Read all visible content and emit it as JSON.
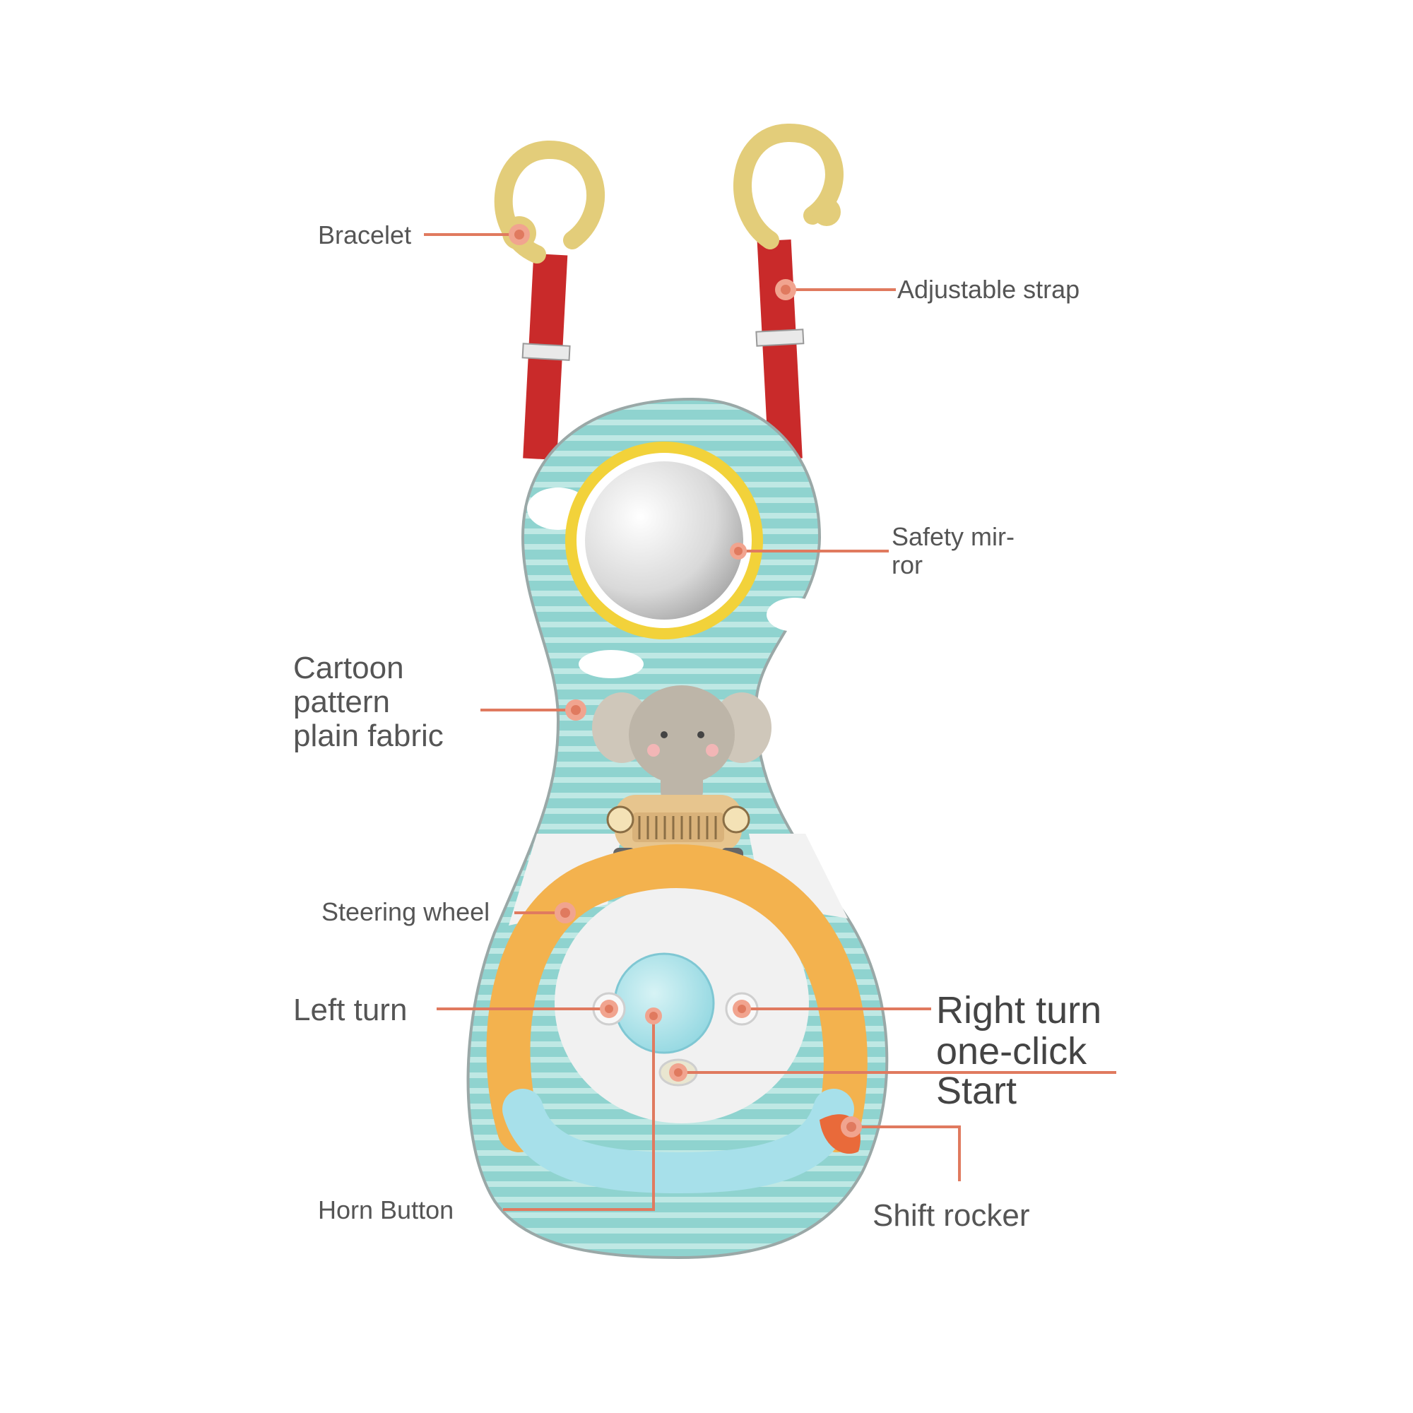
{
  "labels": {
    "bracelet": "Bracelet",
    "adjustable_strap": "Adjustable strap",
    "safety_mirror_line1": "Safety mir-",
    "safety_mirror_line2": "ror",
    "cartoon_line1": "Cartoon",
    "cartoon_line2": "pattern",
    "cartoon_line3": "plain fabric",
    "steering_wheel": "Steering wheel",
    "left_turn": "Left turn",
    "right_turn": "Right turn",
    "one_click_line1": "one-click",
    "one_click_line2": "Start",
    "horn_button": "Horn Button",
    "shift_rocker": "Shift rocker"
  },
  "colors": {
    "board_teal": "#8fd3cf",
    "stripe": "#bfe8e4",
    "strap_red": "#c92a2a",
    "hook_gold": "#e8d58a",
    "mirror_ring": "#f2d23a",
    "wheel_orange": "#f3b24e",
    "wheel_blue": "#a7e0ea",
    "leader": "#e07a5f"
  }
}
